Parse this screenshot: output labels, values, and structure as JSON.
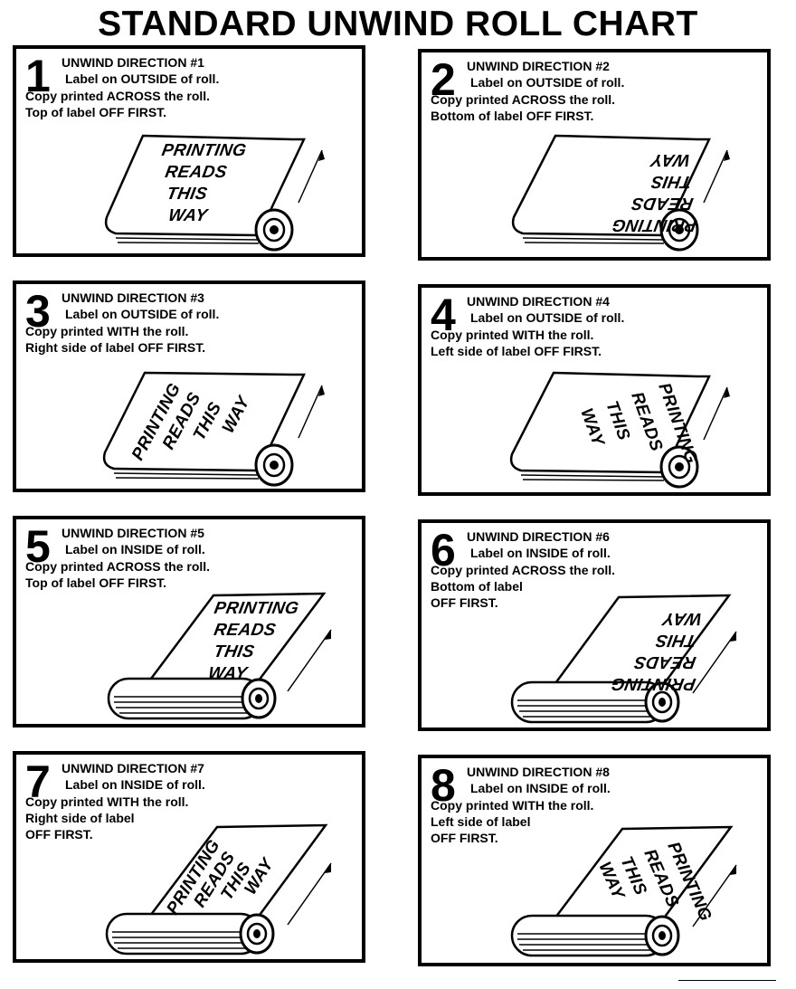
{
  "title": "STANDARD UNWIND ROLL CHART",
  "roll_text": {
    "w1": "PRINTING",
    "w2": "READS",
    "w3": "THIS",
    "w4": "WAY"
  },
  "panels": [
    {
      "number": "1",
      "heading": "UNWIND DIRECTION #1",
      "position": "Label on OUTSIDE of roll.",
      "copy": "Copy printed ACROSS the roll.",
      "off": "Top of label OFF FIRST.",
      "off2": ""
    },
    {
      "number": "2",
      "heading": "UNWIND DIRECTION #2",
      "position": "Label on OUTSIDE of roll.",
      "copy": "Copy printed ACROSS the roll.",
      "off": "Bottom of label OFF FIRST.",
      "off2": ""
    },
    {
      "number": "3",
      "heading": "UNWIND DIRECTION #3",
      "position": "Label on OUTSIDE of roll.",
      "copy": "Copy printed WITH the roll.",
      "off": "Right side of label OFF FIRST.",
      "off2": ""
    },
    {
      "number": "4",
      "heading": "UNWIND DIRECTION #4",
      "position": "Label on OUTSIDE of roll.",
      "copy": "Copy printed WITH the roll.",
      "off": "Left side of label OFF FIRST.",
      "off2": ""
    },
    {
      "number": "5",
      "heading": "UNWIND DIRECTION #5",
      "position": "Label on INSIDE of roll.",
      "copy": "Copy printed ACROSS the roll.",
      "off": "Top of label OFF FIRST.",
      "off2": ""
    },
    {
      "number": "6",
      "heading": "UNWIND DIRECTION #6",
      "position": "Label on INSIDE of roll.",
      "copy": "Copy printed ACROSS the roll.",
      "off": "Bottom of label",
      "off2": "OFF FIRST."
    },
    {
      "number": "7",
      "heading": "UNWIND DIRECTION #7",
      "position": "Label on INSIDE of roll.",
      "copy": "Copy printed WITH the roll.",
      "off": "Right side of label",
      "off2": "OFF FIRST."
    },
    {
      "number": "8",
      "heading": "UNWIND DIRECTION #8",
      "position": "Label on INSIDE of roll.",
      "copy": "Copy printed WITH the roll.",
      "off": "Left side of label",
      "off2": "OFF FIRST."
    }
  ]
}
